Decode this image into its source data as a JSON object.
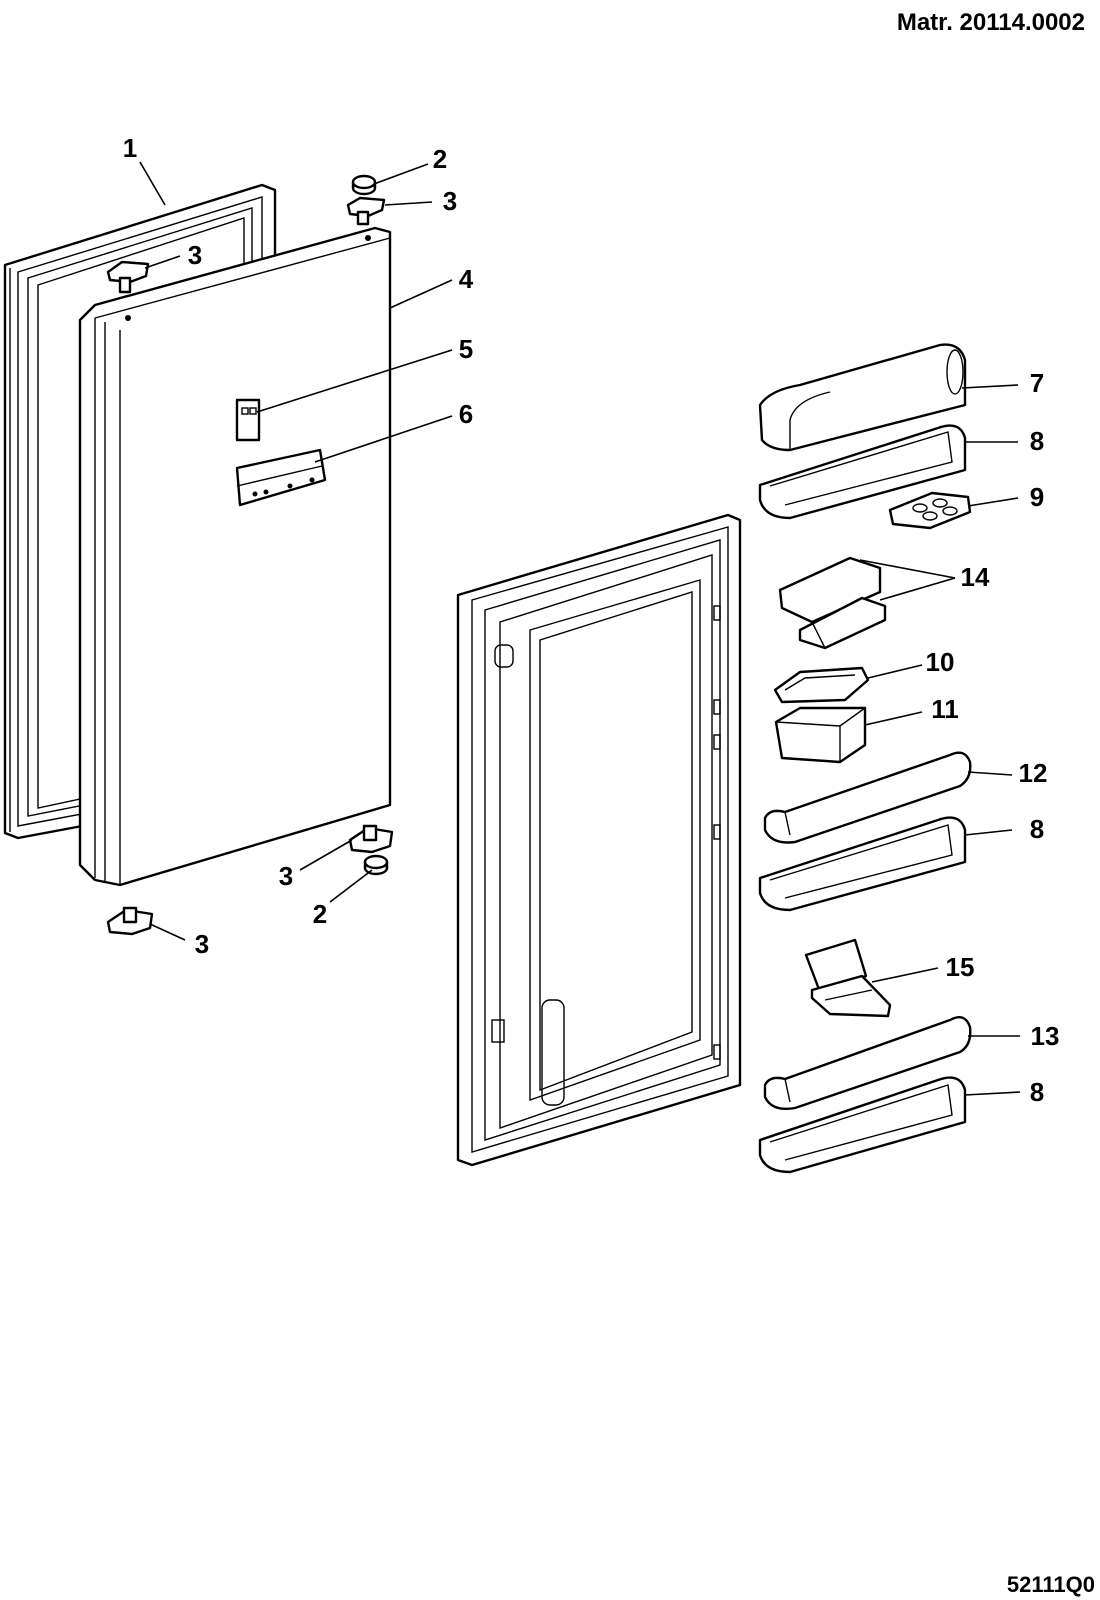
{
  "header": {
    "matr": "Matr. 20114.0002"
  },
  "footer": {
    "code": "52111Q0"
  },
  "callouts": {
    "c1": "1",
    "c2a": "2",
    "c3a": "3",
    "c3b": "3",
    "c4": "4",
    "c5": "5",
    "c6": "6",
    "c7": "7",
    "c8a": "8",
    "c9": "9",
    "c14": "14",
    "c10": "10",
    "c11": "11",
    "c12": "12",
    "c8b": "8",
    "c3c": "3",
    "c2b": "2",
    "c3d": "3",
    "c15": "15",
    "c13": "13",
    "c8c": "8"
  }
}
